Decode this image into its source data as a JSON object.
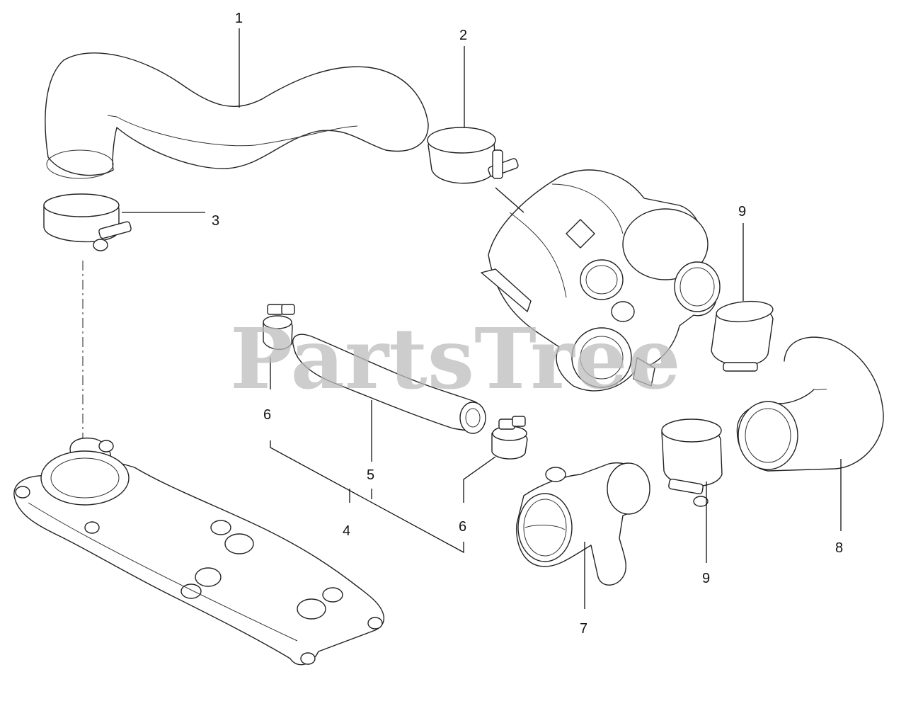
{
  "watermark": "PartsTree",
  "callouts": [
    {
      "id": "c1",
      "text": "1"
    },
    {
      "id": "c2",
      "text": "2"
    },
    {
      "id": "c3",
      "text": "3"
    },
    {
      "id": "c4",
      "text": "4"
    },
    {
      "id": "c5",
      "text": "5"
    },
    {
      "id": "c6a",
      "text": "6"
    },
    {
      "id": "c6b",
      "text": "6"
    },
    {
      "id": "c7",
      "text": "7"
    },
    {
      "id": "c8",
      "text": "8"
    },
    {
      "id": "c9a",
      "text": "9"
    },
    {
      "id": "c9b",
      "text": "9"
    }
  ]
}
